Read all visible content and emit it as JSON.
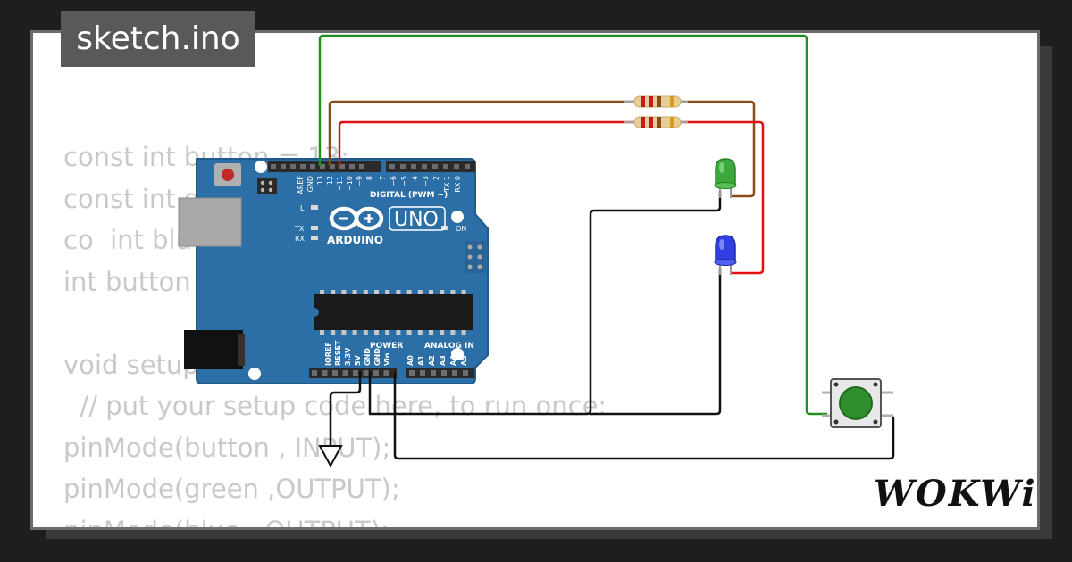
{
  "title": "sketch.ino",
  "code_lines": [
    "const int button = 13;",
    "const int g",
    "co  int blu",
    "int button",
    "",
    "void setup",
    "  // put your setup code here, to run once:",
    "pinMode(button , INPUT);",
    "pinMode(green ,OUTPUT);",
    "pinMode(blue , OUTPUT);"
  ],
  "board": {
    "brand": "ARDUINO",
    "model": "UNO",
    "digital_header": "DIGITAL (PWM ~)",
    "power_header": "POWER",
    "analog_header": "ANALOG IN",
    "led_labels": [
      "L",
      "TX",
      "RX"
    ],
    "on_label": "ON",
    "top_pins": [
      "AREF",
      "GND",
      "13",
      "12",
      "~11",
      "~10",
      "~9",
      "8",
      "7",
      "~6",
      "~5",
      "4",
      "~3",
      "2",
      "TX 1",
      "RX 0"
    ],
    "bottom_pins": [
      "IOREF",
      "RESET",
      "3.3V",
      "5V",
      "GND",
      "GND",
      "Vin",
      "A0",
      "A1",
      "A2",
      "A3",
      "A4",
      "A5"
    ]
  },
  "components": {
    "led_1_color": "#3da93d",
    "led_2_color": "#2f3fe0",
    "button_color": "#2f8f2f"
  },
  "wires": {
    "green": "#1f8f1f",
    "brown": "#8b4a16",
    "red": "#e01010",
    "black": "#111111"
  },
  "brand_logo": "WOKWi"
}
